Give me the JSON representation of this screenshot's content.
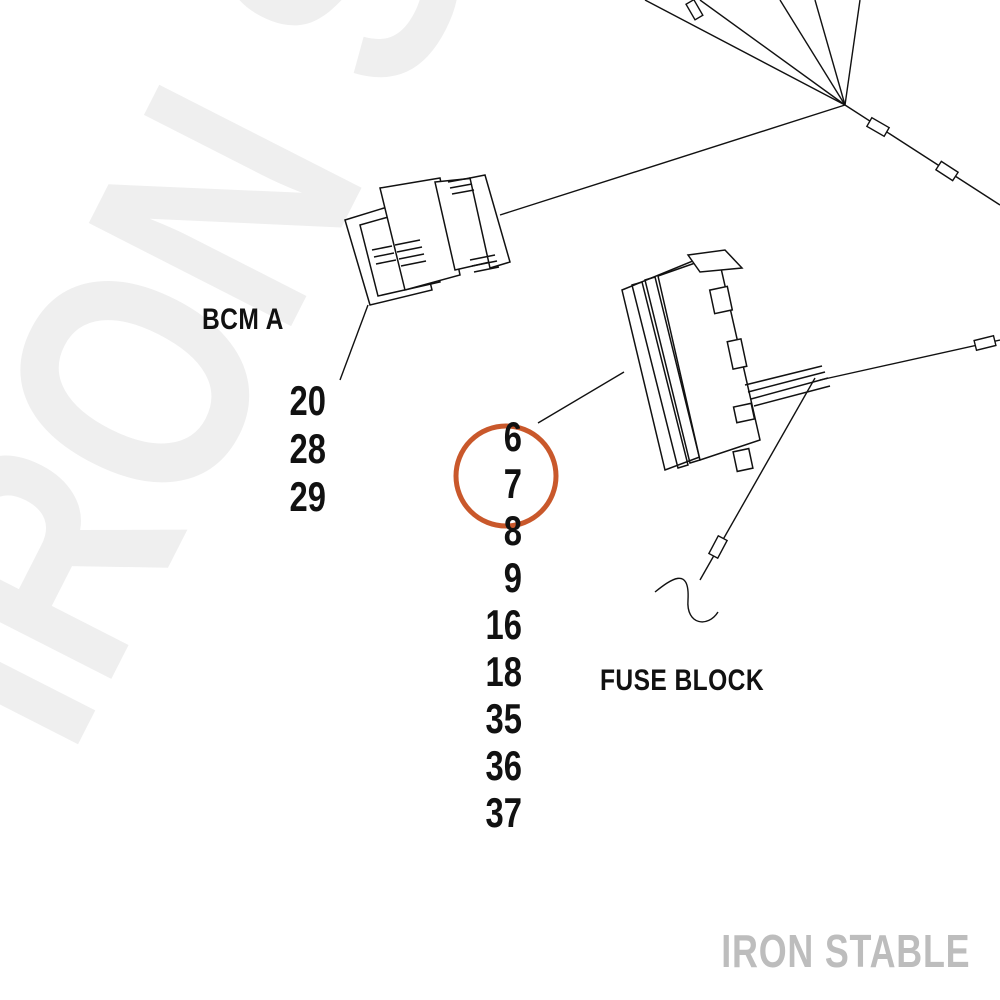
{
  "watermark": {
    "text": "IRON STABLE",
    "color": "#efefef"
  },
  "brand": {
    "text": "IRON STABLE",
    "color": "#bdbdbd"
  },
  "connectors": {
    "bcm_a": {
      "label": "BCM A",
      "pins": [
        "20",
        "28",
        "29"
      ]
    },
    "fuse_block": {
      "label": "FUSE BLOCK",
      "pins": [
        "6",
        "7",
        "8",
        "9",
        "16",
        "18",
        "35",
        "36",
        "37"
      ]
    }
  },
  "highlight": {
    "pin": "7",
    "color": "#c9582b"
  }
}
